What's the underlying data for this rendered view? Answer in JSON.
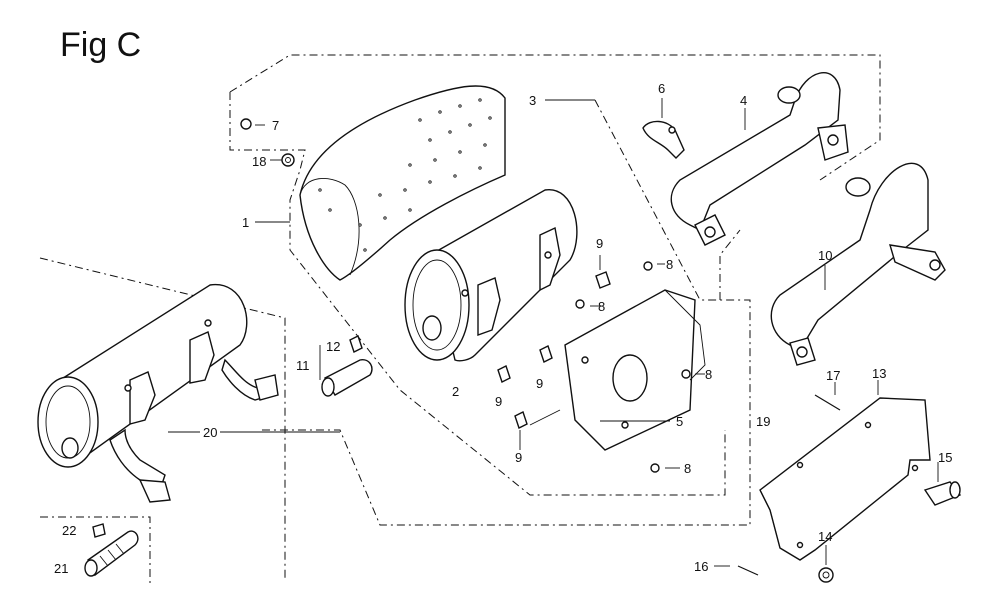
{
  "figure": {
    "title": "Fig C"
  },
  "callouts": {
    "c1": "1",
    "c2": "2",
    "c3": "3",
    "c4": "4",
    "c5": "5",
    "c6": "6",
    "c7": "7",
    "c8a": "8",
    "c8b": "8",
    "c8c": "8",
    "c8d": "8",
    "c9a": "9",
    "c9b": "9",
    "c9c": "9",
    "c9d": "9",
    "c10": "10",
    "c11": "11",
    "c12": "12",
    "c13": "13",
    "c14": "14",
    "c15": "15",
    "c16": "16",
    "c17": "17",
    "c18": "18",
    "c19": "19",
    "c20": "20",
    "c21": "21",
    "c22": "22"
  }
}
